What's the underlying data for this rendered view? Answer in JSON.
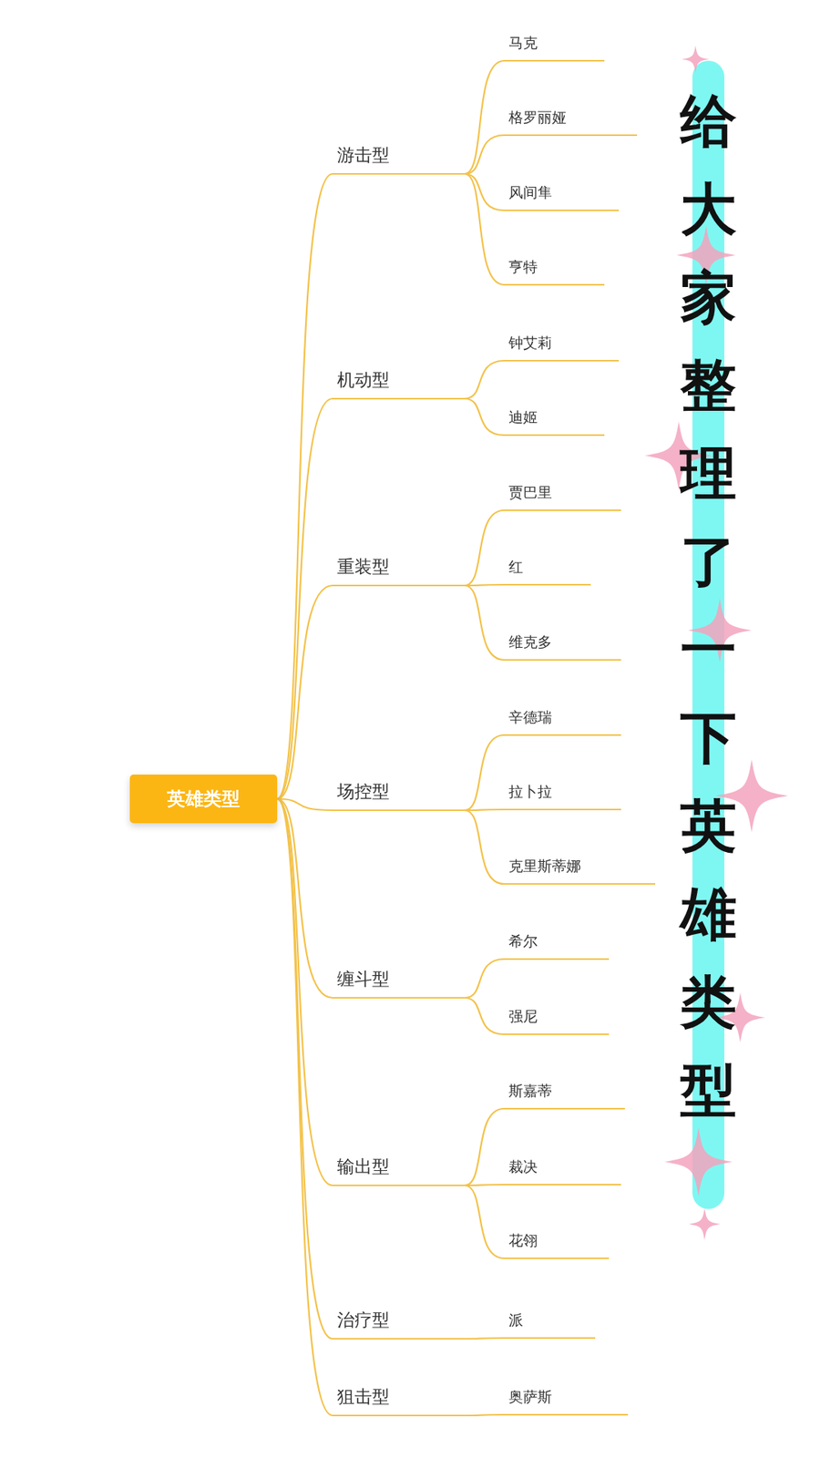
{
  "diagram": {
    "title": "给大家整理了一下英雄类型",
    "nodes": [
      {
        "text": [
          "英雄类型"
        ]
      },
      {
        "text": [
          "游击型"
        ]
      },
      {
        "text": [
          "马克"
        ]
      },
      {
        "text": [
          "格罗丽娅"
        ]
      },
      {
        "text": [
          "风间隼"
        ]
      },
      {
        "text": [
          "亨特"
        ]
      },
      {
        "text": [
          "机动型"
        ]
      },
      {
        "text": [
          "钟艾莉"
        ]
      },
      {
        "text": [
          "迪姬"
        ]
      },
      {
        "text": [
          "重装型"
        ]
      },
      {
        "text": [
          "贾巴里"
        ]
      },
      {
        "text": [
          "红"
        ]
      },
      {
        "text": [
          "维克多"
        ]
      },
      {
        "text": [
          "场控型"
        ]
      },
      {
        "text": [
          "辛德瑞"
        ]
      },
      {
        "text": [
          "拉卜拉"
        ]
      },
      {
        "text": [
          "克里斯蒂娜"
        ]
      },
      {
        "text": [
          "缠斗型"
        ]
      },
      {
        "text": [
          "希尔"
        ]
      },
      {
        "text": [
          "强尼"
        ]
      },
      {
        "text": [
          "输出型"
        ]
      },
      {
        "text": [
          "斯嘉蒂"
        ]
      },
      {
        "text": [
          "裁决"
        ]
      },
      {
        "text": [
          "花翎"
        ]
      },
      {
        "text": [
          "治疗型"
        ]
      },
      {
        "text": [
          "派"
        ]
      },
      {
        "text": [
          "狙击型"
        ]
      },
      {
        "text": [
          "奥萨斯"
        ]
      }
    ],
    "edges": [
      {
        "from": 0,
        "to": 1,
        "arrow": "none"
      },
      {
        "from": 1,
        "to": 2,
        "arrow": "none"
      },
      {
        "from": 1,
        "to": 3,
        "arrow": "none"
      },
      {
        "from": 1,
        "to": 4,
        "arrow": "none"
      },
      {
        "from": 1,
        "to": 5,
        "arrow": "none"
      },
      {
        "from": 0,
        "to": 6,
        "arrow": "none"
      },
      {
        "from": 6,
        "to": 7,
        "arrow": "none"
      },
      {
        "from": 6,
        "to": 8,
        "arrow": "none"
      },
      {
        "from": 0,
        "to": 9,
        "arrow": "none"
      },
      {
        "from": 9,
        "to": 10,
        "arrow": "none"
      },
      {
        "from": 9,
        "to": 11,
        "arrow": "none"
      },
      {
        "from": 9,
        "to": 12,
        "arrow": "none"
      },
      {
        "from": 0,
        "to": 13,
        "arrow": "none"
      },
      {
        "from": 13,
        "to": 14,
        "arrow": "none"
      },
      {
        "from": 13,
        "to": 15,
        "arrow": "none"
      },
      {
        "from": 13,
        "to": 16,
        "arrow": "none"
      },
      {
        "from": 0,
        "to": 17,
        "arrow": "none"
      },
      {
        "from": 17,
        "to": 18,
        "arrow": "none"
      },
      {
        "from": 17,
        "to": 19,
        "arrow": "none"
      },
      {
        "from": 0,
        "to": 20,
        "arrow": "none"
      },
      {
        "from": 20,
        "to": 21,
        "arrow": "none"
      },
      {
        "from": 20,
        "to": 22,
        "arrow": "none"
      },
      {
        "from": 20,
        "to": 23,
        "arrow": "none"
      },
      {
        "from": 0,
        "to": 24,
        "arrow": "none"
      },
      {
        "from": 24,
        "to": 25,
        "arrow": "none"
      },
      {
        "from": 0,
        "to": 26,
        "arrow": "none"
      },
      {
        "from": 26,
        "to": 27,
        "arrow": "none"
      }
    ]
  }
}
